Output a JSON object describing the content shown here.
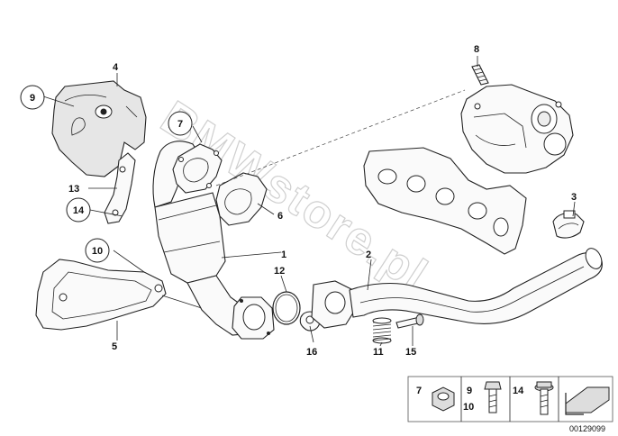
{
  "watermark": "BMWstore.pl",
  "callouts": {
    "c1": "1",
    "c2": "2",
    "c3": "3",
    "c4": "4",
    "c5": "5",
    "c6": "6",
    "c7": "7",
    "c8": "8",
    "c9": "9",
    "c10": "10",
    "c11": "11",
    "c12": "12",
    "c13": "13",
    "c14": "14",
    "c15": "15",
    "c16": "16"
  },
  "legend": {
    "item_7": "7",
    "item_9": "9",
    "item_10": "10",
    "item_14": "14"
  },
  "doc_number": "00129099"
}
